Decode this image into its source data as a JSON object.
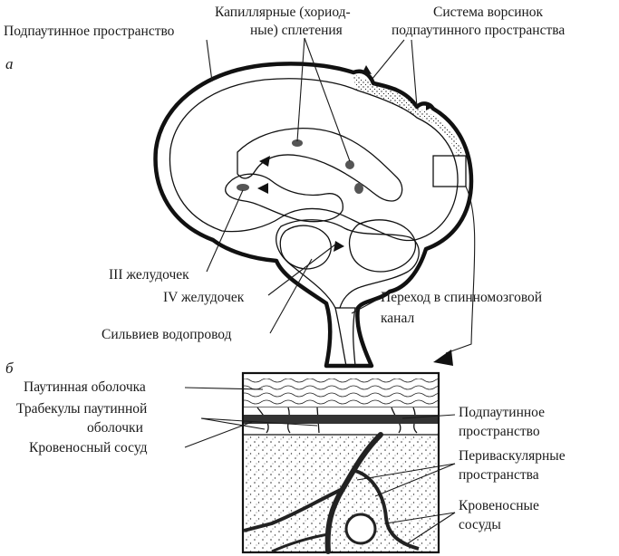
{
  "panel_a": {
    "letter": "а",
    "labels": {
      "subarachnoid_space": "Подпаутинное пространство",
      "choroid_plexus_line1": "Капиллярные (хориод-",
      "choroid_plexus_line2": "ные) сплетения",
      "villi_line1": "Система ворсинок",
      "villi_line2": "подпаутинного пространства",
      "third_ventricle": "III желудочек",
      "fourth_ventricle": "IV желудочек",
      "sylvian_aqueduct": "Сильвиев водопровод",
      "spinal_canal_line1": "Переход в спинномозговой",
      "spinal_canal_line2": "канал"
    }
  },
  "panel_b": {
    "letter": "б",
    "labels": {
      "arachnoid": "Паутинная оболочка",
      "trabeculae_line1": "Трабекулы паутинной",
      "trabeculae_line2": "оболочки",
      "blood_vessel": "Кровеносный сосуд",
      "subarachnoid_line1": "Подпаутинное",
      "subarachnoid_line2": "пространство",
      "perivascular_line1": "Периваскулярные",
      "perivascular_line2": "пространства",
      "vessels_line1": "Кровеносные",
      "vessels_line2": "сосуды"
    }
  },
  "colors": {
    "ink": "#1a1a1a",
    "background": "#ffffff"
  }
}
